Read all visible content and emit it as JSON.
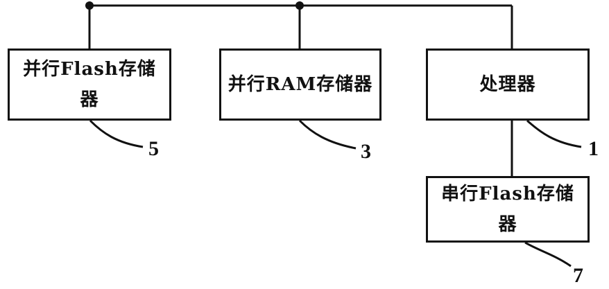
{
  "blocks": {
    "parallel_flash": {
      "label": "并行Flash存储器"
    },
    "parallel_ram": {
      "label": "并行RAM存储器"
    },
    "processor": {
      "label": "处理器"
    },
    "serial_flash": {
      "label": "串行Flash存储器"
    }
  },
  "refs": {
    "parallel_flash": "5",
    "parallel_ram": "3",
    "processor": "1",
    "serial_flash": "7"
  }
}
